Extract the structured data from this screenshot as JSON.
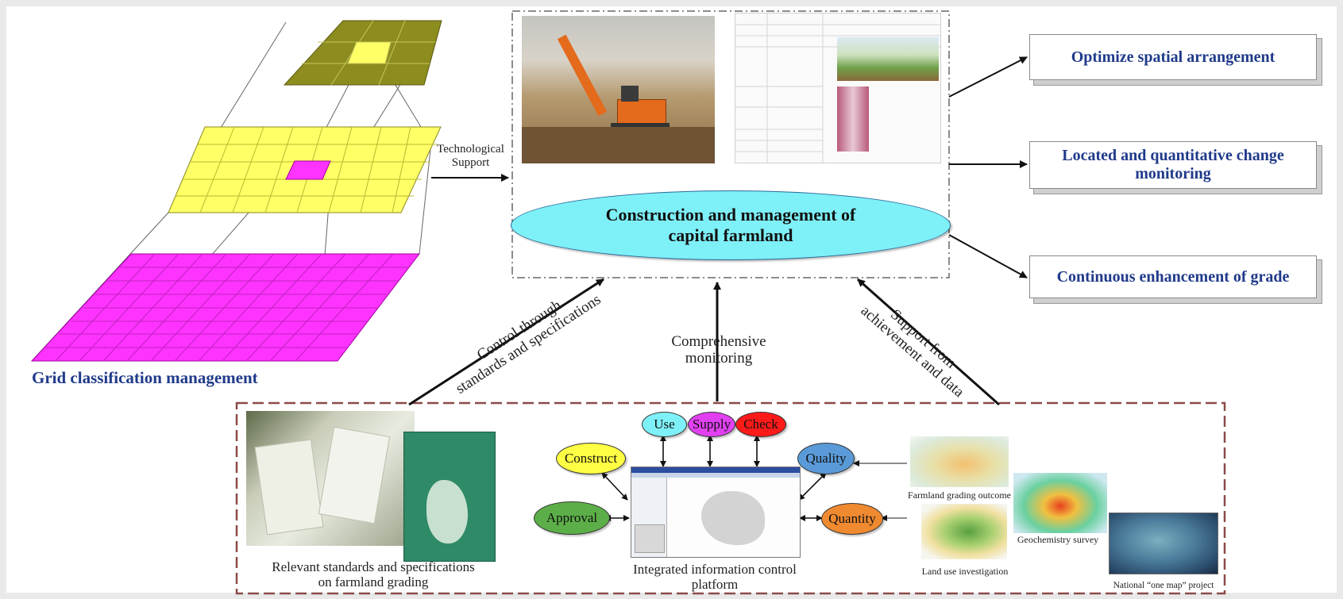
{
  "grid_title": "Grid classification management",
  "tech_support": "Technological Support",
  "center": {
    "title_line1": "Construction and management of",
    "title_line2": "capital farmland"
  },
  "outputs": {
    "optimize": "Optimize spatial arrangement",
    "located_line1": "Located and quantitative change",
    "located_line2": "monitoring",
    "continuous": "Continuous enhancement of grade"
  },
  "arrows": {
    "control_line1": "Control through",
    "control_line2": "standards and specifications",
    "comprehensive_line1": "Comprehensive",
    "comprehensive_line2": "monitoring",
    "support_line1": "Support from",
    "support_line2": "achievement and data"
  },
  "bottom": {
    "standards_line1": "Relevant standards and specifications",
    "standards_line2": "on farmland grading",
    "platform_line1": "Integrated information control",
    "platform_line2": "platform",
    "farmland_grading": "Farmland grading outcome",
    "geochemistry": "Geochemistry survey",
    "land_use": "Land use investigation",
    "one_map": "National “one map” project"
  },
  "nodes": {
    "use": "Use",
    "supply": "Supply",
    "check": "Check",
    "construct": "Construct",
    "quality": "Quality",
    "approval": "Approval",
    "quantity": "Quantity"
  },
  "colors": {
    "olive": "#8c8c1f",
    "yellow": "#ffff66",
    "magenta": "#ff33ff",
    "navy_text": "#1f3a8a",
    "cyan_ellipse": "#7ef0f7",
    "dashed_brown": "#8b4a4a"
  }
}
